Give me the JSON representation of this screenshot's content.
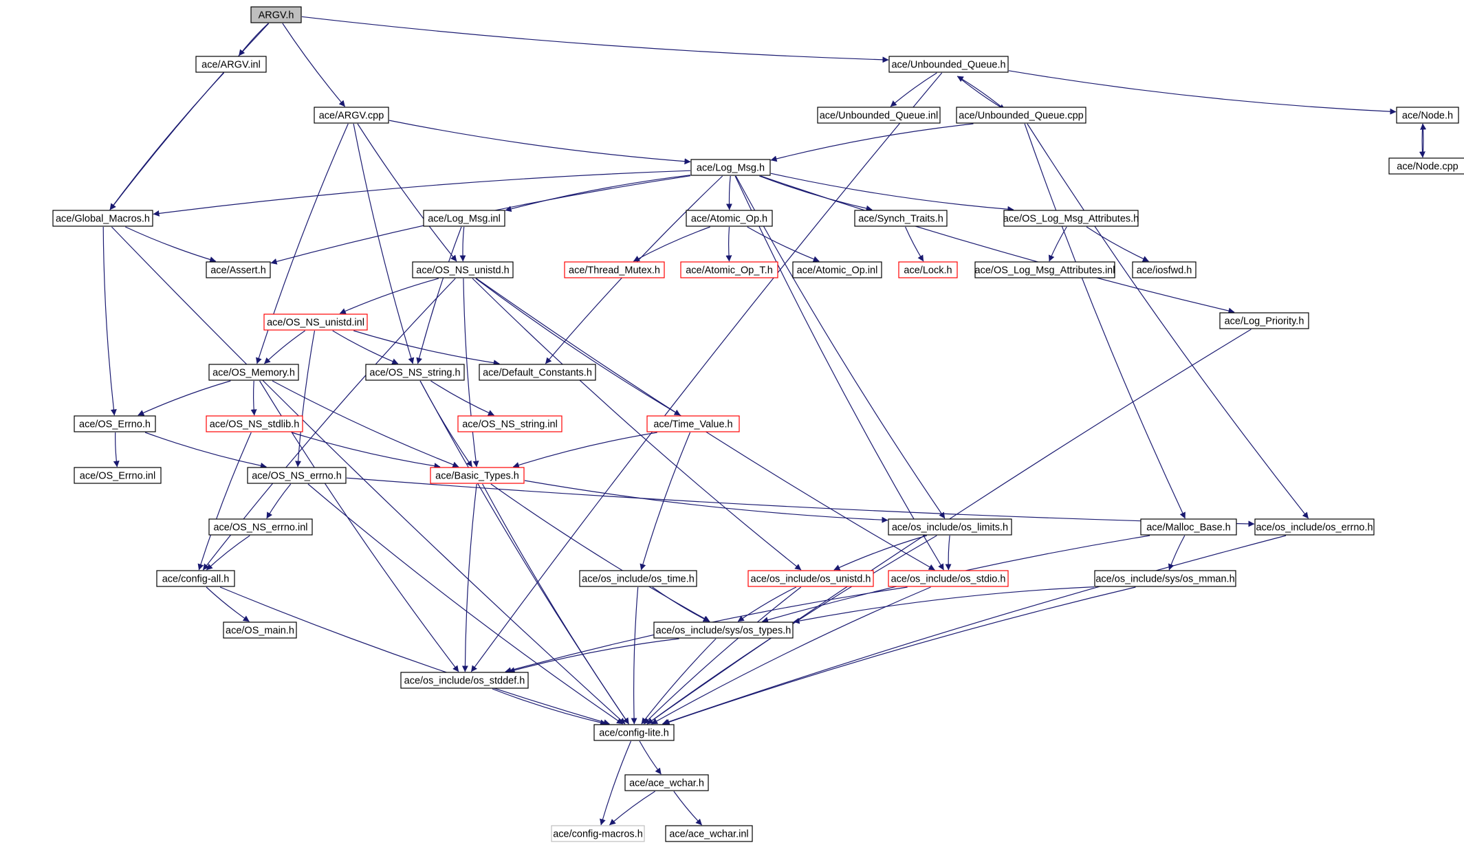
{
  "colors": {
    "edge": "#191970",
    "node_border_normal": "#000000",
    "node_border_incomplete": "#ff0000",
    "node_border_external": "#bfbfbf",
    "root_fill": "#bfbfbf",
    "node_fill": "#ffffff"
  },
  "nodes": [
    {
      "id": "argv_h",
      "label": "ARGV.h",
      "kind": "root"
    },
    {
      "id": "argv_inl",
      "label": "ace/ARGV.inl",
      "kind": "normal"
    },
    {
      "id": "argv_cpp",
      "label": "ace/ARGV.cpp",
      "kind": "normal"
    },
    {
      "id": "unbounded_queue_h",
      "label": "ace/Unbounded_Queue.h",
      "kind": "normal"
    },
    {
      "id": "unbounded_queue_inl",
      "label": "ace/Unbounded_Queue.inl",
      "kind": "normal"
    },
    {
      "id": "unbounded_queue_cpp",
      "label": "ace/Unbounded_Queue.cpp",
      "kind": "normal"
    },
    {
      "id": "node_h",
      "label": "ace/Node.h",
      "kind": "normal"
    },
    {
      "id": "node_cpp",
      "label": "ace/Node.cpp",
      "kind": "normal"
    },
    {
      "id": "log_msg_h",
      "label": "ace/Log_Msg.h",
      "kind": "normal"
    },
    {
      "id": "global_macros_h",
      "label": "ace/Global_Macros.h",
      "kind": "normal"
    },
    {
      "id": "log_msg_inl",
      "label": "ace/Log_Msg.inl",
      "kind": "normal"
    },
    {
      "id": "atomic_op_h",
      "label": "ace/Atomic_Op.h",
      "kind": "normal"
    },
    {
      "id": "synch_traits_h",
      "label": "ace/Synch_Traits.h",
      "kind": "normal"
    },
    {
      "id": "os_log_msg_attributes_h",
      "label": "ace/OS_Log_Msg_Attributes.h",
      "kind": "normal"
    },
    {
      "id": "assert_h",
      "label": "ace/Assert.h",
      "kind": "normal"
    },
    {
      "id": "os_ns_unistd_h",
      "label": "ace/OS_NS_unistd.h",
      "kind": "normal"
    },
    {
      "id": "thread_mutex_h",
      "label": "ace/Thread_Mutex.h",
      "kind": "incomplete"
    },
    {
      "id": "atomic_op_t_h",
      "label": "ace/Atomic_Op_T.h",
      "kind": "incomplete"
    },
    {
      "id": "atomic_op_inl",
      "label": "ace/Atomic_Op.inl",
      "kind": "normal"
    },
    {
      "id": "lock_h",
      "label": "ace/Lock.h",
      "kind": "incomplete"
    },
    {
      "id": "os_log_msg_attributes_inl",
      "label": "ace/OS_Log_Msg_Attributes.inl",
      "kind": "normal"
    },
    {
      "id": "iosfwd_h",
      "label": "ace/iosfwd.h",
      "kind": "normal"
    },
    {
      "id": "os_ns_unistd_inl",
      "label": "ace/OS_NS_unistd.inl",
      "kind": "incomplete"
    },
    {
      "id": "log_priority_h",
      "label": "ace/Log_Priority.h",
      "kind": "normal"
    },
    {
      "id": "os_memory_h",
      "label": "ace/OS_Memory.h",
      "kind": "normal"
    },
    {
      "id": "os_ns_string_h",
      "label": "ace/OS_NS_string.h",
      "kind": "normal"
    },
    {
      "id": "default_constants_h",
      "label": "ace/Default_Constants.h",
      "kind": "normal"
    },
    {
      "id": "os_errno_h",
      "label": "ace/OS_Errno.h",
      "kind": "normal"
    },
    {
      "id": "os_ns_stdlib_h",
      "label": "ace/OS_NS_stdlib.h",
      "kind": "incomplete"
    },
    {
      "id": "os_ns_string_inl",
      "label": "ace/OS_NS_string.inl",
      "kind": "incomplete"
    },
    {
      "id": "time_value_h",
      "label": "ace/Time_Value.h",
      "kind": "incomplete"
    },
    {
      "id": "os_errno_inl",
      "label": "ace/OS_Errno.inl",
      "kind": "normal"
    },
    {
      "id": "os_ns_errno_h",
      "label": "ace/OS_NS_errno.h",
      "kind": "normal"
    },
    {
      "id": "basic_types_h",
      "label": "ace/Basic_Types.h",
      "kind": "incomplete"
    },
    {
      "id": "os_include_os_limits_h",
      "label": "ace/os_include/os_limits.h",
      "kind": "normal"
    },
    {
      "id": "malloc_base_h",
      "label": "ace/Malloc_Base.h",
      "kind": "normal"
    },
    {
      "id": "os_include_os_errno_h",
      "label": "ace/os_include/os_errno.h",
      "kind": "normal"
    },
    {
      "id": "os_ns_errno_inl",
      "label": "ace/OS_NS_errno.inl",
      "kind": "normal"
    },
    {
      "id": "config_all_h",
      "label": "ace/config-all.h",
      "kind": "normal"
    },
    {
      "id": "os_include_os_time_h",
      "label": "ace/os_include/os_time.h",
      "kind": "normal"
    },
    {
      "id": "os_include_os_unistd_h",
      "label": "ace/os_include/os_unistd.h",
      "kind": "incomplete"
    },
    {
      "id": "os_include_os_stdio_h",
      "label": "ace/os_include/os_stdio.h",
      "kind": "incomplete"
    },
    {
      "id": "os_include_sys_os_mman_h",
      "label": "ace/os_include/sys/os_mman.h",
      "kind": "normal"
    },
    {
      "id": "os_main_h",
      "label": "ace/OS_main.h",
      "kind": "normal"
    },
    {
      "id": "os_include_sys_os_types_h",
      "label": "ace/os_include/sys/os_types.h",
      "kind": "normal"
    },
    {
      "id": "os_include_os_stddef_h",
      "label": "ace/os_include/os_stddef.h",
      "kind": "normal"
    },
    {
      "id": "config_lite_h",
      "label": "ace/config-lite.h",
      "kind": "normal"
    },
    {
      "id": "ace_wchar_h",
      "label": "ace/ace_wchar.h",
      "kind": "normal"
    },
    {
      "id": "config_macros_h",
      "label": "ace/config-macros.h",
      "kind": "external"
    },
    {
      "id": "ace_wchar_inl",
      "label": "ace/ace_wchar.inl",
      "kind": "normal"
    }
  ],
  "edges": [
    [
      "argv_h",
      "argv_inl"
    ],
    [
      "argv_h",
      "argv_cpp"
    ],
    [
      "argv_h",
      "unbounded_queue_h"
    ],
    [
      "argv_h",
      "global_macros_h"
    ],
    [
      "argv_inl",
      "global_macros_h"
    ],
    [
      "unbounded_queue_h",
      "unbounded_queue_inl"
    ],
    [
      "unbounded_queue_h",
      "unbounded_queue_cpp"
    ],
    [
      "unbounded_queue_h",
      "node_h"
    ],
    [
      "unbounded_queue_h",
      "os_include_os_stddef_h"
    ],
    [
      "unbounded_queue_cpp",
      "unbounded_queue_h"
    ],
    [
      "unbounded_queue_cpp",
      "log_msg_h"
    ],
    [
      "unbounded_queue_cpp",
      "malloc_base_h"
    ],
    [
      "unbounded_queue_cpp",
      "os_include_os_errno_h"
    ],
    [
      "node_h",
      "node_cpp"
    ],
    [
      "node_cpp",
      "node_h"
    ],
    [
      "argv_cpp",
      "log_msg_h"
    ],
    [
      "argv_cpp",
      "os_ns_unistd_h"
    ],
    [
      "argv_cpp",
      "os_ns_string_h"
    ],
    [
      "argv_cpp",
      "os_memory_h"
    ],
    [
      "log_msg_h",
      "global_macros_h"
    ],
    [
      "log_msg_h",
      "log_msg_inl"
    ],
    [
      "log_msg_h",
      "atomic_op_h"
    ],
    [
      "log_msg_h",
      "synch_traits_h"
    ],
    [
      "log_msg_h",
      "os_log_msg_attributes_h"
    ],
    [
      "log_msg_h",
      "assert_h"
    ],
    [
      "log_msg_h",
      "default_constants_h"
    ],
    [
      "log_msg_h",
      "log_priority_h"
    ],
    [
      "log_msg_h",
      "os_include_os_limits_h"
    ],
    [
      "log_msg_h",
      "os_include_os_stdio_h"
    ],
    [
      "global_macros_h",
      "assert_h"
    ],
    [
      "global_macros_h",
      "os_errno_h"
    ],
    [
      "global_macros_h",
      "config_lite_h"
    ],
    [
      "log_msg_inl",
      "os_ns_unistd_h"
    ],
    [
      "log_msg_inl",
      "os_ns_string_h"
    ],
    [
      "atomic_op_h",
      "thread_mutex_h"
    ],
    [
      "atomic_op_h",
      "atomic_op_t_h"
    ],
    [
      "atomic_op_h",
      "atomic_op_inl"
    ],
    [
      "synch_traits_h",
      "lock_h"
    ],
    [
      "os_log_msg_attributes_h",
      "os_log_msg_attributes_inl"
    ],
    [
      "os_log_msg_attributes_h",
      "iosfwd_h"
    ],
    [
      "os_ns_unistd_h",
      "os_ns_unistd_inl"
    ],
    [
      "os_ns_unistd_h",
      "basic_types_h"
    ],
    [
      "os_ns_unistd_h",
      "time_value_h"
    ],
    [
      "os_ns_unistd_h",
      "config_all_h"
    ],
    [
      "os_ns_unistd_h",
      "os_include_os_unistd_h"
    ],
    [
      "os_ns_unistd_h",
      "os_include_os_stdio_h"
    ],
    [
      "os_ns_unistd_inl",
      "os_memory_h"
    ],
    [
      "os_ns_unistd_inl",
      "os_ns_string_h"
    ],
    [
      "os_ns_unistd_inl",
      "default_constants_h"
    ],
    [
      "os_ns_unistd_inl",
      "os_ns_errno_h"
    ],
    [
      "os_memory_h",
      "os_errno_h"
    ],
    [
      "os_memory_h",
      "os_ns_stdlib_h"
    ],
    [
      "os_memory_h",
      "basic_types_h"
    ],
    [
      "os_memory_h",
      "os_include_os_stddef_h"
    ],
    [
      "os_ns_string_h",
      "os_ns_string_inl"
    ],
    [
      "os_ns_string_h",
      "basic_types_h"
    ],
    [
      "os_ns_string_h",
      "config_lite_h"
    ],
    [
      "os_errno_h",
      "os_errno_inl"
    ],
    [
      "os_errno_h",
      "os_ns_errno_h"
    ],
    [
      "os_ns_stdlib_h",
      "basic_types_h"
    ],
    [
      "os_ns_stdlib_h",
      "config_all_h"
    ],
    [
      "time_value_h",
      "basic_types_h"
    ],
    [
      "time_value_h",
      "os_include_os_time_h"
    ],
    [
      "os_ns_errno_h",
      "os_ns_errno_inl"
    ],
    [
      "os_ns_errno_h",
      "os_include_os_errno_h"
    ],
    [
      "os_ns_errno_h",
      "config_lite_h"
    ],
    [
      "os_ns_errno_inl",
      "config_all_h"
    ],
    [
      "basic_types_h",
      "os_include_os_limits_h"
    ],
    [
      "basic_types_h",
      "os_include_sys_os_types_h"
    ],
    [
      "basic_types_h",
      "os_include_os_stddef_h"
    ],
    [
      "basic_types_h",
      "config_lite_h"
    ],
    [
      "os_include_os_limits_h",
      "os_include_os_unistd_h"
    ],
    [
      "os_include_os_limits_h",
      "os_include_os_stdio_h"
    ],
    [
      "os_include_os_limits_h",
      "config_lite_h"
    ],
    [
      "malloc_base_h",
      "os_include_sys_os_mman_h"
    ],
    [
      "malloc_base_h",
      "os_include_sys_os_types_h"
    ],
    [
      "os_include_os_errno_h",
      "config_lite_h"
    ],
    [
      "config_all_h",
      "os_main_h"
    ],
    [
      "config_all_h",
      "config_lite_h"
    ],
    [
      "os_include_os_time_h",
      "os_include_sys_os_types_h"
    ],
    [
      "os_include_os_time_h",
      "config_lite_h"
    ],
    [
      "os_include_os_unistd_h",
      "os_include_sys_os_types_h"
    ],
    [
      "os_include_os_unistd_h",
      "config_lite_h"
    ],
    [
      "os_include_os_stdio_h",
      "os_include_os_stddef_h"
    ],
    [
      "os_include_os_stdio_h",
      "config_lite_h"
    ],
    [
      "os_include_sys_os_mman_h",
      "os_include_sys_os_types_h"
    ],
    [
      "os_include_sys_os_mman_h",
      "config_lite_h"
    ],
    [
      "os_include_sys_os_types_h",
      "os_include_os_stddef_h"
    ],
    [
      "os_include_sys_os_types_h",
      "config_lite_h"
    ],
    [
      "os_include_os_stddef_h",
      "config_lite_h"
    ],
    [
      "log_priority_h",
      "config_lite_h"
    ],
    [
      "config_lite_h",
      "ace_wchar_h"
    ],
    [
      "config_lite_h",
      "config_macros_h"
    ],
    [
      "ace_wchar_h",
      "config_macros_h"
    ],
    [
      "ace_wchar_h",
      "ace_wchar_inl"
    ]
  ]
}
